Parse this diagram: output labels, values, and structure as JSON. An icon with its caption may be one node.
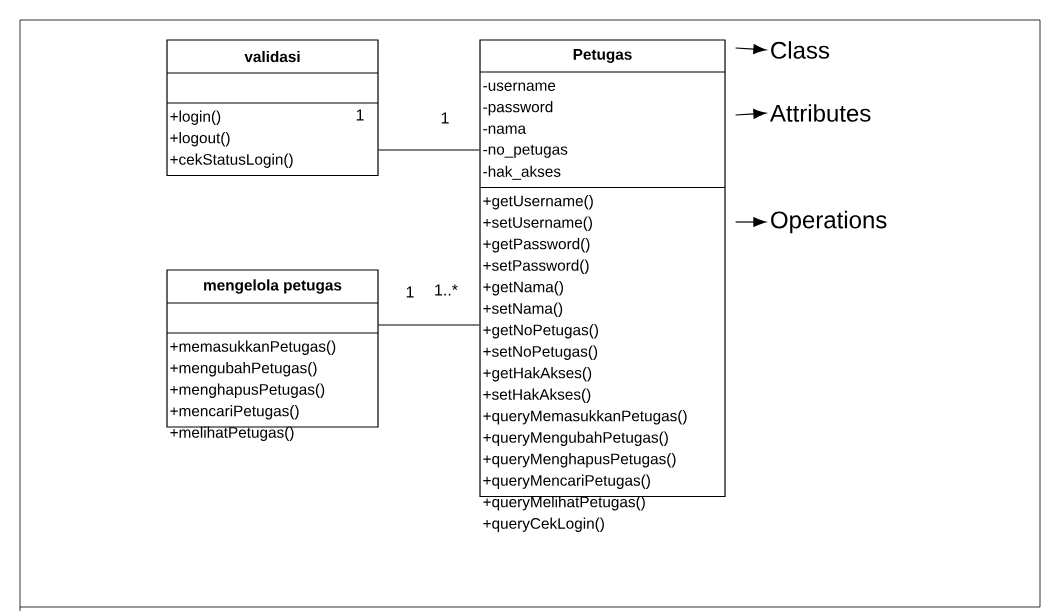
{
  "diagram": {
    "nodes": [
      {
        "text": [
          "validasi",
          "+login()",
          "+logout()",
          "+cekStatusLogin()"
        ]
      },
      {
        "text": [
          "Petugas",
          "-username",
          "-password",
          "-nama",
          "-no_petugas",
          "-hak_akses",
          "+getUsername()",
          "+setUsername()",
          "+getPassword()",
          "+setPassword()",
          "+getNama()",
          "+setNama()",
          "+getNoPetugas()",
          "+setNoPetugas()",
          "+getHakAkses()",
          "+setHakAkses()",
          "+queryMemasukkanPetugas()",
          "+queryMengubahPetugas()",
          "+queryMenghapusPetugas()",
          "+queryMencariPetugas()",
          "+queryMelihatPetugas()",
          "+queryCekLogin()"
        ]
      },
      {
        "text": [
          "mengelola petugas",
          "+memasukkanPetugas()",
          "+mengubahPetugas()",
          "+menghapusPetugas()",
          "+mencariPetugas()",
          "+melihatPetugas()"
        ]
      },
      {
        "text": [
          "Class"
        ]
      },
      {
        "text": [
          "Attributes"
        ]
      },
      {
        "text": [
          "Operations"
        ]
      }
    ],
    "edges": [
      {
        "from": 0,
        "to": 1,
        "arrow": "none"
      },
      {
        "from": 2,
        "to": 1,
        "arrow": "none"
      },
      {
        "from": 1,
        "to": 3,
        "arrow": "to"
      },
      {
        "from": 1,
        "to": 4,
        "arrow": "to"
      },
      {
        "from": 1,
        "to": 5,
        "arrow": "to"
      }
    ],
    "labels": [
      "1",
      "1",
      "1",
      "1..*"
    ]
  }
}
